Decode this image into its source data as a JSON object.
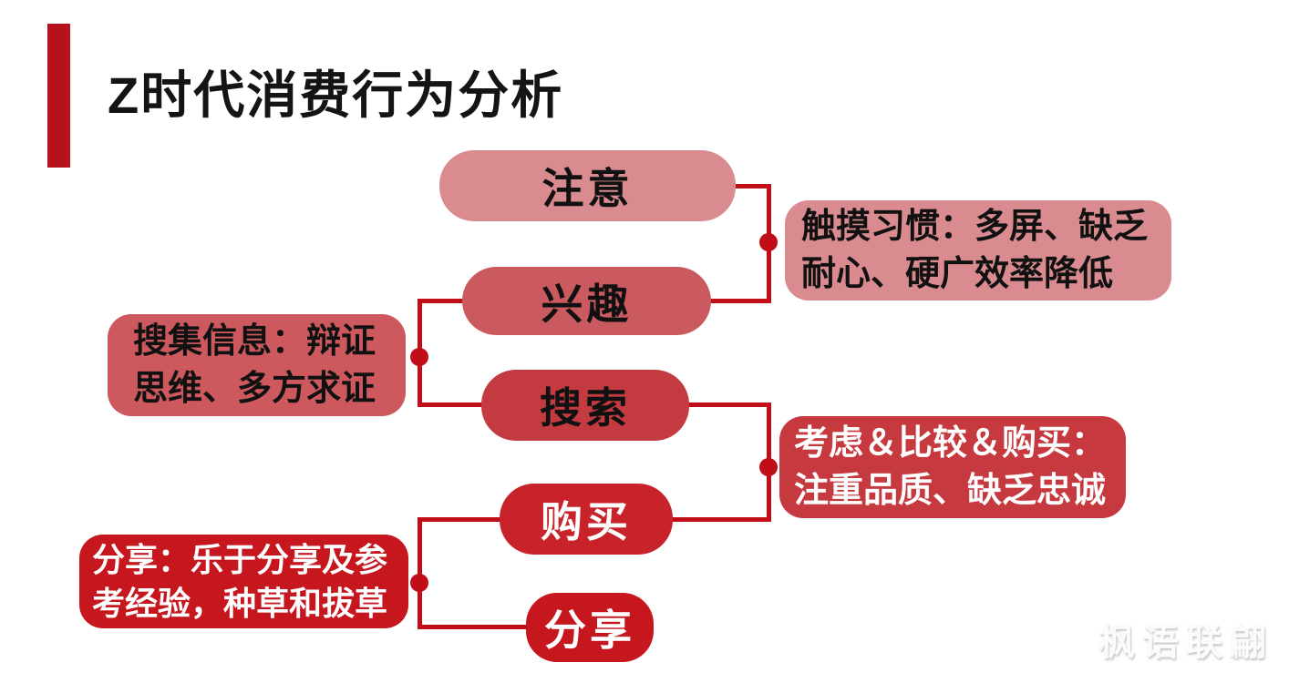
{
  "accent_color": "#b5121b",
  "header": {
    "title": "Z时代消费行为分析"
  },
  "diagram": {
    "connector_color": "#c00d17",
    "stages": [
      {
        "label": "注意",
        "bg": "#d98b90",
        "text_color": "#111111"
      },
      {
        "label": "兴趣",
        "bg": "#cb5a60",
        "text_color": "#111111"
      },
      {
        "label": "搜索",
        "bg": "#c33b41",
        "text_color": "#111111"
      },
      {
        "label": "购买",
        "bg": "#c8232b",
        "text_color": "#ffffff"
      },
      {
        "label": "分享",
        "bg": "#c6171f",
        "text_color": "#ffffff"
      }
    ],
    "annotations": [
      {
        "side": "right",
        "lines": [
          "触摸习惯：多屏、缺乏",
          "耐心、硬广效率降低"
        ],
        "bg": "#d98b90",
        "text_color": "#111111"
      },
      {
        "side": "left",
        "lines": [
          "搜集信息：辩证",
          "思维、多方求证"
        ],
        "bg": "#cd595f",
        "text_color": "#111111"
      },
      {
        "side": "right",
        "lines": [
          "考虑＆比较＆购买：",
          "注重品质、缺乏忠诚"
        ],
        "bg": "#c5393f",
        "text_color": "#ffffff"
      },
      {
        "side": "left",
        "lines": [
          "分享：乐于分享及参",
          "考经验，种草和拔草"
        ],
        "bg": "#c6171f",
        "text_color": "#ffffff"
      }
    ]
  },
  "watermark": {
    "text": "枫语联翩"
  }
}
